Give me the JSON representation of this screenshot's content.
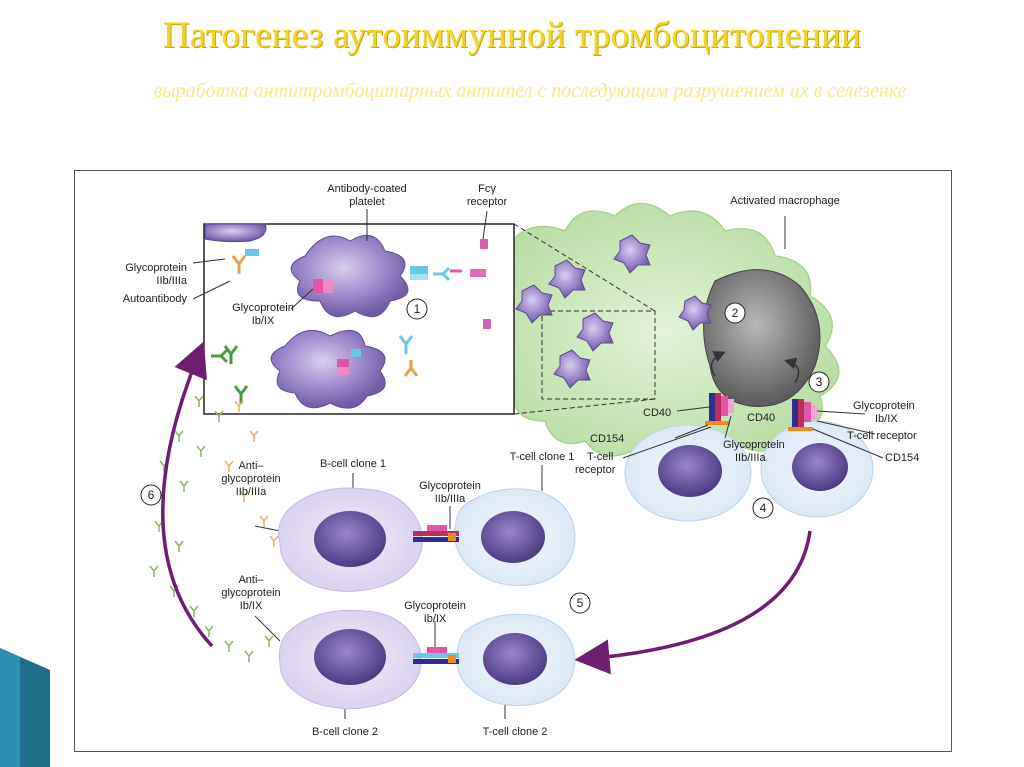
{
  "slide": {
    "title": "Патогенез аутоиммунной тромбоцитопении",
    "subtitle": "выработка антитромбоцитарных антител с последующим разрушением их в селезенке"
  },
  "diagram": {
    "labels": {
      "antibody_coated_platelet_1": "Antibody-coated",
      "antibody_coated_platelet_2": "platelet",
      "fc_receptor_1": "Fcγ",
      "fc_receptor_2": "receptor",
      "activated_macrophage": "Activated macrophage",
      "gp_iib_iiia_1": "Glycoprotein",
      "gp_iib_iiia_2": "IIb/IIIa",
      "autoantibody": "Autoantibody",
      "gp_ib_ix_1": "Glycoprotein",
      "gp_ib_ix_2": "Ib/IX",
      "cd40_left": "CD40",
      "cd40_right": "CD40",
      "cd154_left": "CD154",
      "cd154_right": "CD154",
      "tcr_left_1": "T-cell",
      "tcr_left_2": "receptor",
      "gp_iib_iiia_mid_1": "Glycoprotein",
      "gp_iib_iiia_mid_2": "IIb/IIIa",
      "gp_ib_ix_right_1": "Glycoprotein",
      "gp_ib_ix_right_2": "Ib/IX",
      "tcr_right": "T-cell receptor",
      "anti_gp_iib_iiia_1": "Anti–",
      "anti_gp_iib_iiia_2": "glycoprotein",
      "anti_gp_iib_iiia_3": "IIb/IIIa",
      "anti_gp_ib_ix_1": "Anti–",
      "anti_gp_ib_ix_2": "glycoprotein",
      "anti_gp_ib_ix_3": "Ib/IX",
      "b_clone_1": "B-cell clone 1",
      "t_clone_1": "T-cell clone 1",
      "b_clone_2": "B-cell clone 2",
      "t_clone_2": "T-cell clone 2",
      "gp_iib_iiia_bt_1": "Glycoprotein",
      "gp_iib_iiia_bt_2": "IIb/IIIa",
      "gp_ib_ix_bt_1": "Glycoprotein",
      "gp_ib_ix_bt_2": "Ib/IX"
    },
    "steps": [
      "1",
      "2",
      "3",
      "4",
      "5",
      "6"
    ]
  }
}
